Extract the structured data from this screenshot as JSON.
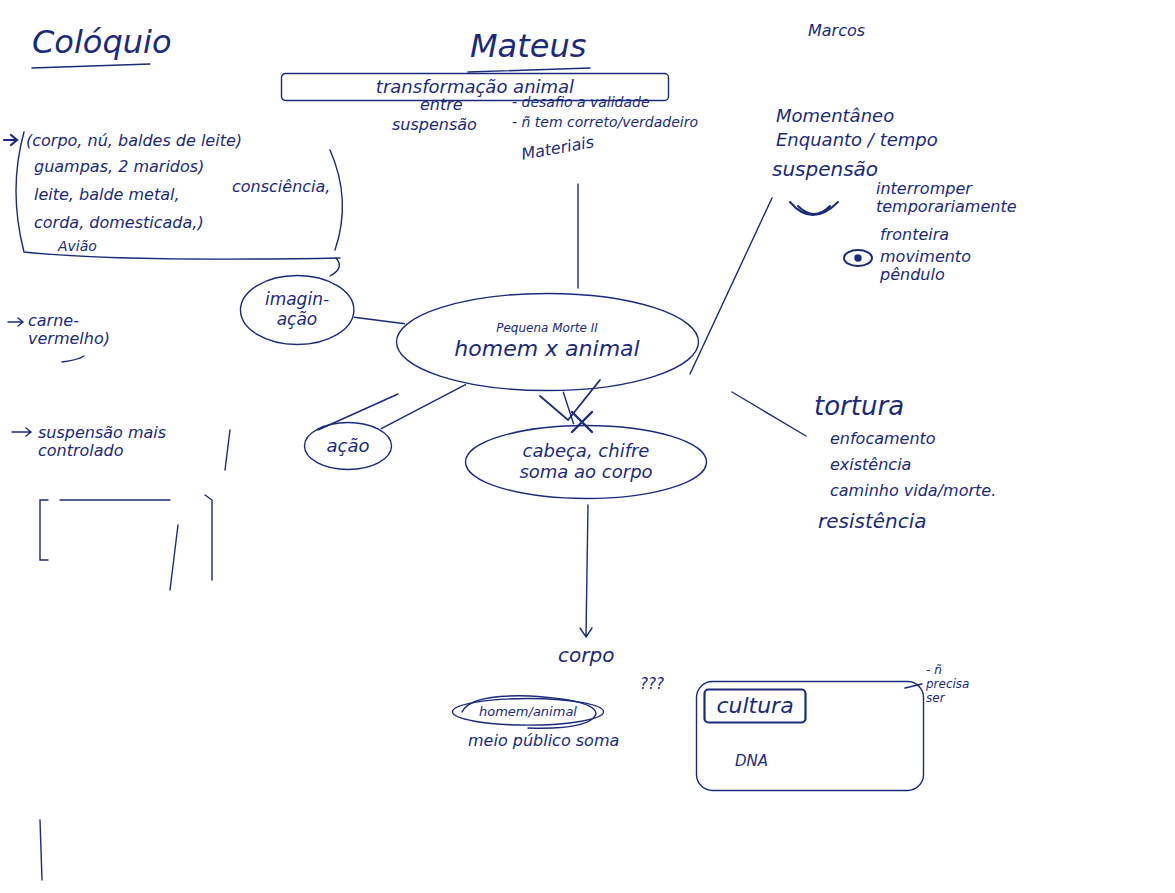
{
  "diagram": {
    "title": "Colóquio",
    "nodes": [
      {
        "text": [
          "transformação animal"
        ]
      },
      {
        "text": [
          "imagin-ação"
        ]
      },
      {
        "text": [
          "Pequena Morte II",
          "homem x animal"
        ]
      },
      {
        "text": [
          "ação"
        ]
      },
      {
        "text": [
          "cabeça, chifre soma ao corpo"
        ]
      },
      {
        "text": [
          "homem/animal"
        ]
      },
      {
        "text": [
          "DNA"
        ]
      },
      {
        "text": [
          "cultura"
        ],
        "in": 6
      }
    ],
    "edges": [
      {
        "from": 2,
        "to": 1,
        "arrow": "none"
      },
      {
        "from": 2,
        "to": 3,
        "arrow": "none"
      },
      {
        "from": 2,
        "to": 4,
        "arrow": "none"
      }
    ],
    "labels": [
      "Mateus",
      "Marcos",
      "entre",
      "suspensão",
      "- desafio a validade",
      "- ñ tem correto/verdadeiro",
      "(corpo, nú, baldes de leite)",
      "guampas, 2 maridos)",
      "leite, balde metal,",
      "consciência,",
      "corda, domesticada,)",
      "Avião",
      "carne- vermelho)",
      "Materiais",
      "Momentâneo",
      "Enquanto / tempo",
      "suspensão",
      "interromper temporariamente",
      "fronteira",
      "movimento pêndulo",
      "suspensão mais controlado",
      "tortura",
      "enfocamento",
      "existência",
      "caminho vida/morte.",
      "resistência",
      "corpo",
      "meio público soma",
      "???",
      "- ñ precisa ser"
    ]
  }
}
